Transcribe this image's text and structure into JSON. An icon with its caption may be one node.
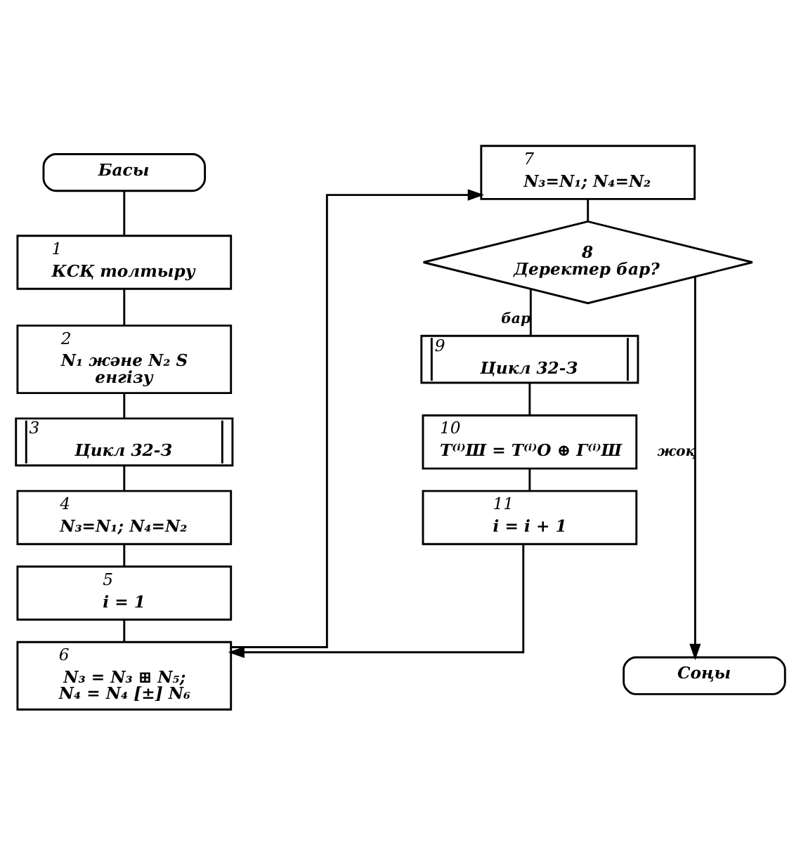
{
  "diagram": {
    "nodes": [
      {
        "text": [
          "Басы"
        ]
      },
      {
        "text": [
          "1",
          "КСҚ толтыру"
        ]
      },
      {
        "text": [
          "2",
          "N₁ және N₂ S енгізу"
        ]
      },
      {
        "text": [
          "3",
          "Цикл 32-З"
        ]
      },
      {
        "text": [
          "4",
          "N₃=N₁; N₄=N₂"
        ]
      },
      {
        "text": [
          "5",
          "i = 1"
        ]
      },
      {
        "text": [
          "6",
          "N₃ = N₃ ⊞ N₅; N₄ = N₄ [±] N₆"
        ]
      },
      {
        "text": [
          "7",
          "N₃=N₁; N₄=N₂"
        ]
      },
      {
        "text": [
          "8",
          "Деректер бар?"
        ]
      },
      {
        "text": [
          "9",
          "Цикл 32-З"
        ]
      },
      {
        "text": [
          "10",
          "T⁽ⁱ⁾Ш = T⁽ⁱ⁾O ⊕ Г⁽ⁱ⁾Ш"
        ]
      },
      {
        "text": [
          "11",
          "i = i + 1"
        ]
      },
      {
        "text": [
          "Соңы"
        ]
      }
    ],
    "edges": [
      {
        "from": 0,
        "to": 1,
        "arrow": "none"
      },
      {
        "from": 1,
        "to": 2,
        "arrow": "none"
      },
      {
        "from": 2,
        "to": 3,
        "arrow": "none"
      },
      {
        "from": 3,
        "to": 4,
        "arrow": "none"
      },
      {
        "from": 4,
        "to": 5,
        "arrow": "none"
      },
      {
        "from": 5,
        "to": 6,
        "arrow": "none"
      },
      {
        "from": 6,
        "to": 7,
        "arrow": "to"
      },
      {
        "from": 7,
        "to": 8,
        "arrow": "none"
      },
      {
        "from": 8,
        "to": 9,
        "label": "бар",
        "arrow": "none"
      },
      {
        "from": 9,
        "to": 10,
        "arrow": "none"
      },
      {
        "from": 10,
        "to": 11,
        "arrow": "none"
      },
      {
        "from": 11,
        "to": 6,
        "arrow": "to"
      },
      {
        "from": 8,
        "to": 12,
        "label": "жоқ",
        "arrow": "to"
      }
    ]
  }
}
